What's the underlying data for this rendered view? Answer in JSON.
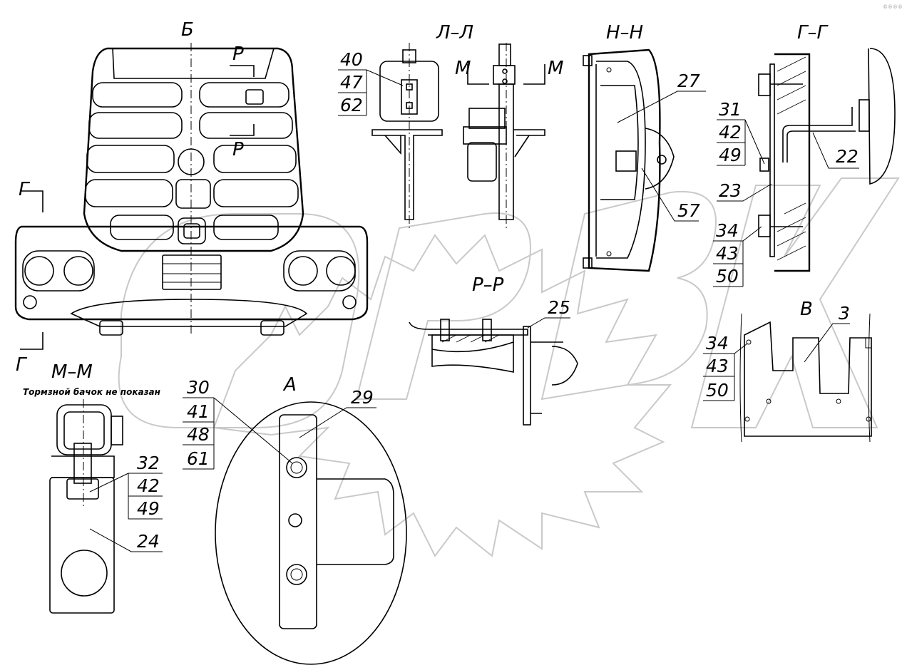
{
  "views": {
    "b": "Б",
    "ll": "Л–Л",
    "nn": "Н–Н",
    "gg": "Г–Г",
    "pp": "Р–Р",
    "mm": "М–М",
    "a": "А",
    "v": "В"
  },
  "notes": {
    "brake_tank": "Тормзной бачок не показан"
  },
  "markers": {
    "p": "Р",
    "g": "Г",
    "m": "М"
  },
  "callouts": {
    "ll_stack": [
      "40",
      "47",
      "62"
    ],
    "nn_27": "27",
    "nn_57": "57",
    "gg_stack": [
      "31",
      "42",
      "49"
    ],
    "gg_22": "22",
    "gg_23": "23",
    "gg_stack2": [
      "34",
      "43",
      "50"
    ],
    "pp_25": "25",
    "v_3": "3",
    "v_stack": [
      "34",
      "43",
      "50"
    ],
    "mm_stack": [
      "32",
      "42",
      "49"
    ],
    "mm_24": "24",
    "a_stack": [
      "30",
      "41",
      "48",
      "61"
    ],
    "a_29": "29"
  },
  "watermark": {
    "text": "ORBX",
    "corner": "©®®®"
  }
}
